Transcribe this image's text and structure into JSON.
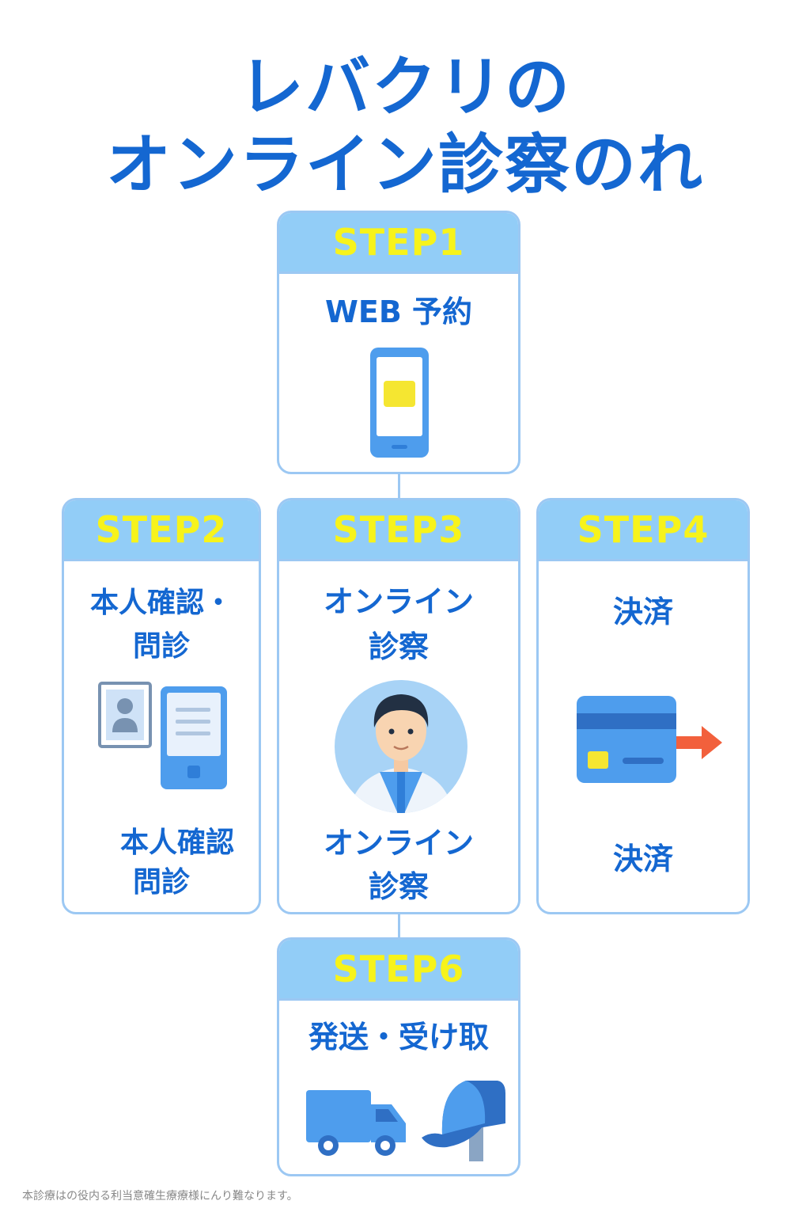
{
  "title": {
    "line1": "レバクリの",
    "line2": "オンライン診察のれ"
  },
  "steps": {
    "s1": {
      "label": "STEP1",
      "text": "WEB 予約"
    },
    "s2": {
      "label": "STEP2",
      "text_top_1": "本人確認・",
      "text_top_2": "問診",
      "text_bottom_1": "本人確認",
      "text_bottom_2": "問診"
    },
    "s3": {
      "label": "STEP3",
      "text_top_1": "オンライン",
      "text_top_2": "診察",
      "text_bottom_1": "オンライン",
      "text_bottom_2": "診察"
    },
    "s4": {
      "label": "STEP4",
      "text_top": "決済",
      "text_bottom": "決済"
    },
    "s6": {
      "label": "STEP6",
      "text": "発送・受け取"
    }
  },
  "footnote": "本診療はの役内る利当意確生療療様にんり難なります。",
  "colors": {
    "title_blue": "#1467d1",
    "header_bg": "#92cdf7",
    "header_text": "#f7f31b",
    "border": "#9cc8f3",
    "icon_blue": "#4e9ded",
    "accent_yellow": "#f5e631",
    "arrow_red": "#f2603c"
  },
  "icons": {
    "s1": "smartphone-icon",
    "s2": "id-card-tablet-icon",
    "s3": "doctor-icon",
    "s4": "credit-card-arrow-icon",
    "s6a": "delivery-truck-icon",
    "s6b": "mailbox-icon"
  }
}
